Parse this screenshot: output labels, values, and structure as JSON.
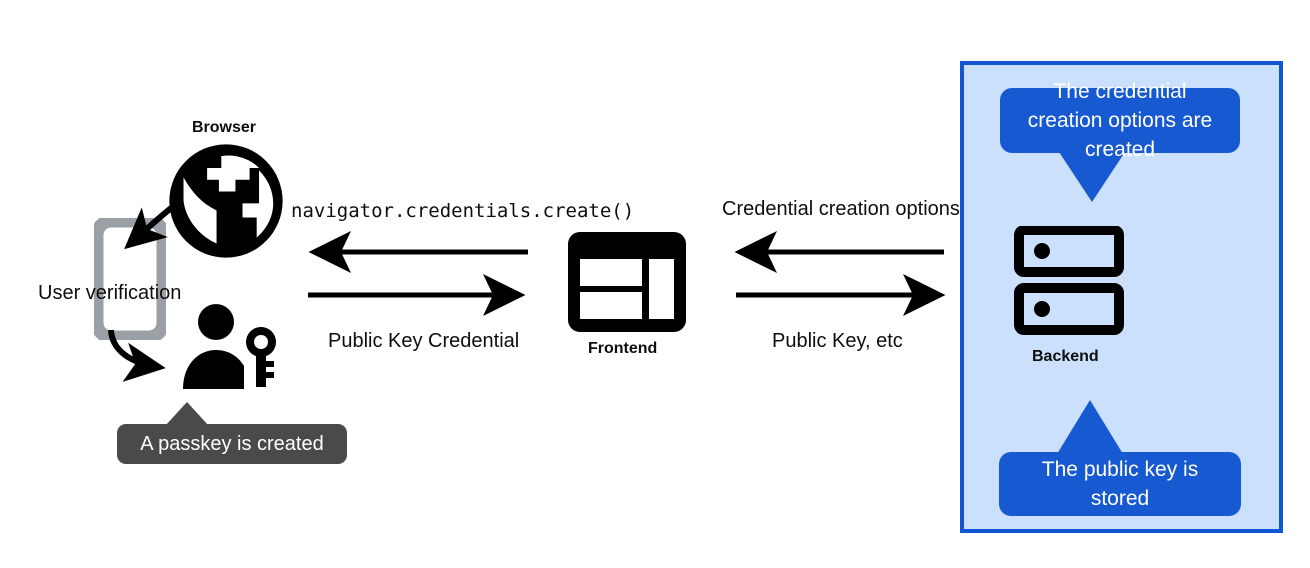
{
  "diagram": {
    "title": "Passkey registration flow",
    "colors": {
      "panel_fill": "#cbe0fc",
      "panel_border": "#1255d2",
      "callout_blue": "#1759d0",
      "tooltip_gray": "#4a4a4a",
      "icon_black": "#000000",
      "phone_gray": "#9aa0a6"
    }
  },
  "nodes": {
    "browser_label": "Browser",
    "frontend_label": "Frontend",
    "backend_label": "Backend",
    "user_verification_label": "User verification"
  },
  "flows": {
    "navigator_create": "navigator.credentials.create()",
    "public_key_credential": "Public Key Credential",
    "credential_creation_options": "Credential creation options",
    "public_key_etc": "Public Key, etc"
  },
  "callouts": {
    "top": "The credential creation options are created",
    "bottom": "The public key is stored",
    "passkey_created": "A passkey is created"
  },
  "icons": {
    "globe": "globe-icon",
    "phone": "phone-icon",
    "person_key": "person-with-key-icon",
    "frontend_window": "browser-window-icon",
    "server": "server-rack-icon"
  }
}
